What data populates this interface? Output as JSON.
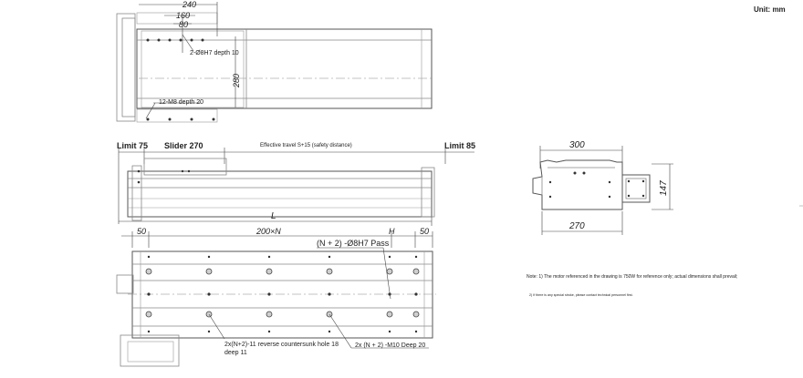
{
  "unit_label": "Unit: mm",
  "top_view": {
    "dim_240": "240",
    "dim_160": "160",
    "dim_80": "80",
    "dim_280": "280",
    "label_pin_holes": "2-Ø8H7 depth 10",
    "label_threaded": "12-M8 depth 20"
  },
  "side_view": {
    "limit_left": "Limit 75",
    "slider": "Slider 270",
    "effective_travel": "Effective travel S+15 (safety distance)",
    "limit_right": "Limit 85",
    "length": "L"
  },
  "bottom_view": {
    "dim_50_left": "50",
    "dim_pitch": "200×N",
    "dim_h": "H",
    "dim_50_right": "50",
    "pass_label": "(N + 2) -Ø8H7 Pass",
    "countersunk_label_1": "2x(N+2)-11 reverse countersunk hole 18",
    "countersunk_label_2": "deep 11",
    "m10_label": "2x (N + 2) -M10 Deep 20"
  },
  "end_view": {
    "dim_300": "300",
    "dim_270": "270",
    "dim_147": "147"
  },
  "notes": {
    "note_1": "Note: 1) The motor referenced in the drawing is 750W for reference only; actual dimensions shall prevail;",
    "note_2": "2) If there is any special stroke, please contact technical personnel first."
  }
}
